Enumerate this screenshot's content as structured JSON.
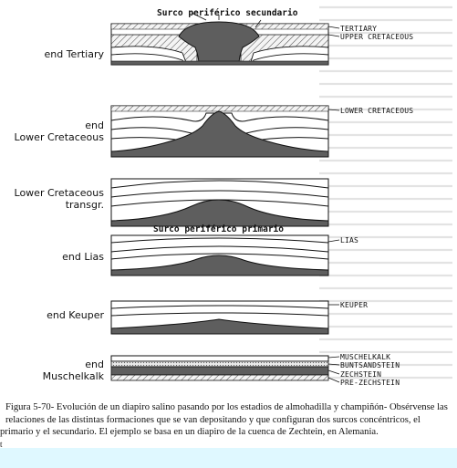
{
  "figure": {
    "callouts": {
      "secondary": "Surco periférico secundario",
      "primary": "Surco periférico primario"
    },
    "stages": [
      {
        "label_lines": [
          "end Tertiary"
        ]
      },
      {
        "label_lines": [
          "end",
          "Lower Cretaceous"
        ]
      },
      {
        "label_lines": [
          "Lower Cretaceous",
          "transgr."
        ]
      },
      {
        "label_lines": [
          "end Lias"
        ]
      },
      {
        "label_lines": [
          "end Keuper"
        ]
      },
      {
        "label_lines": [
          "end",
          "Muschelkalk"
        ]
      }
    ],
    "layer_labels": {
      "tertiary": "TERTIARY",
      "upper_cretaceous": "UPPER CRETACEOUS",
      "lower_cretaceous": "LOWER CRETACEOUS",
      "lias": "LIAS",
      "keuper": "KEUPER",
      "muschelkalk": "MUSCHELKALK",
      "buntsandstein": "BUNTSANDSTEIN",
      "zechstein": "ZECHSTEIN",
      "pre_zechstein": "PRE-ZECHSTEIN"
    }
  },
  "caption": {
    "line1": "Figura 5-70- Evolución de un diapiro salino pasando por los estadios de almohadilla y champiñón- Obsérvense las",
    "line2": "relaciones de las distintas formaciones que se van depositando y que configuran dos surcos concéntricos, el",
    "line3": "primario y el secundario. El ejemplo se basa en un diapiro de la cuenca de Zechtein, en Alemania.",
    "line4": "t"
  }
}
